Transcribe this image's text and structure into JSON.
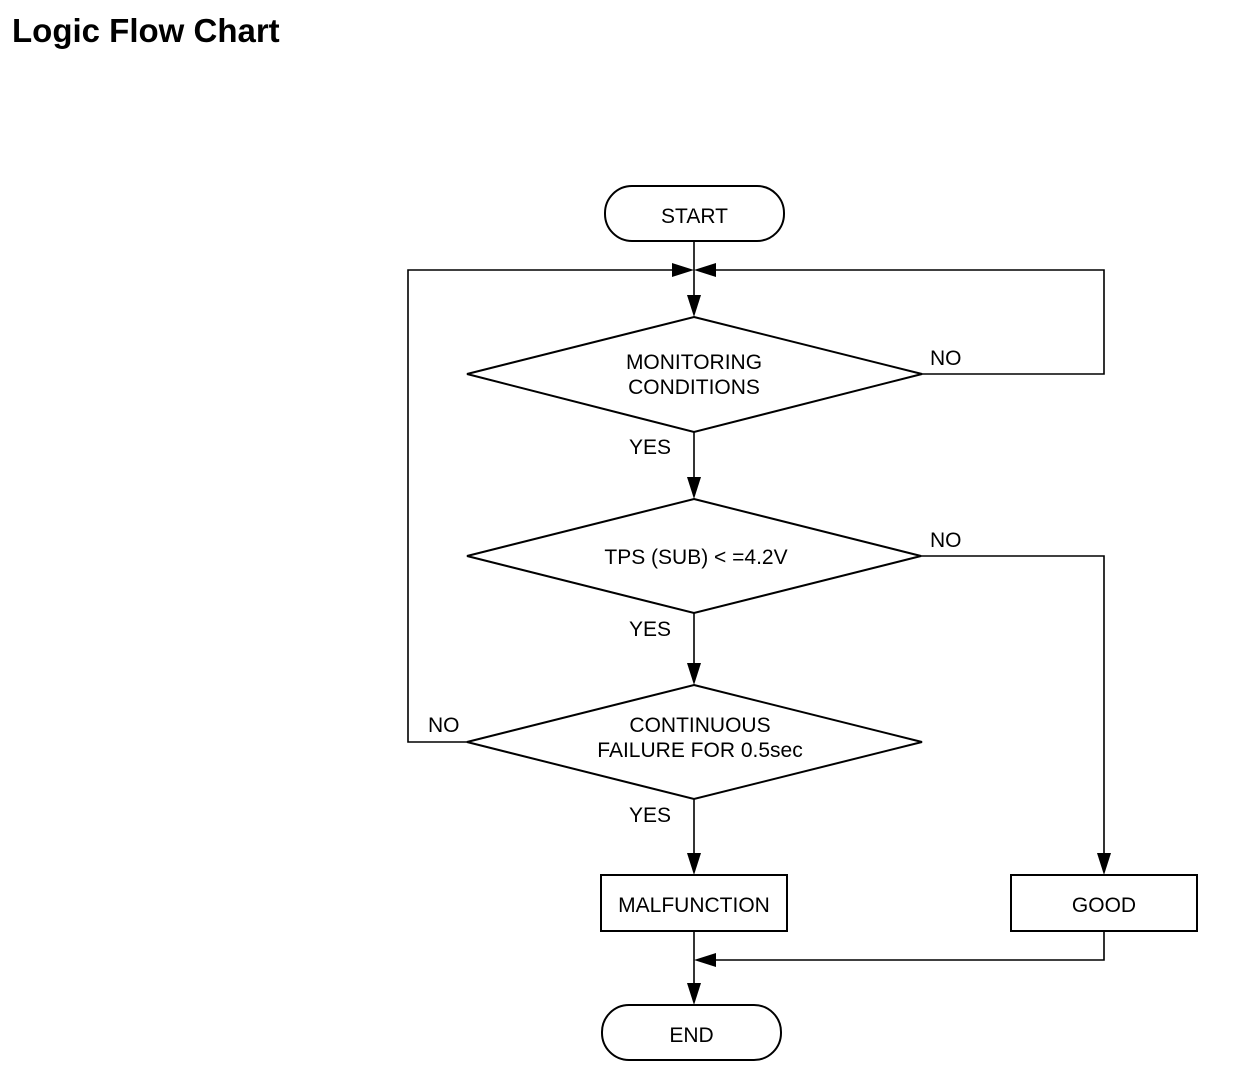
{
  "title": "Logic Flow Chart",
  "nodes": {
    "start": "START",
    "monitoring": [
      "MONITORING",
      "CONDITIONS"
    ],
    "tps": "TPS (SUB) < =4.2V",
    "continuous": [
      "CONTINUOUS",
      "FAILURE FOR 0.5sec"
    ],
    "malfunction": "MALFUNCTION",
    "good": "GOOD",
    "end": "END"
  },
  "edge_labels": {
    "monitoring_no": "NO",
    "monitoring_yes": "YES",
    "tps_no": "NO",
    "tps_yes": "YES",
    "continuous_no": "NO",
    "continuous_yes": "YES"
  }
}
